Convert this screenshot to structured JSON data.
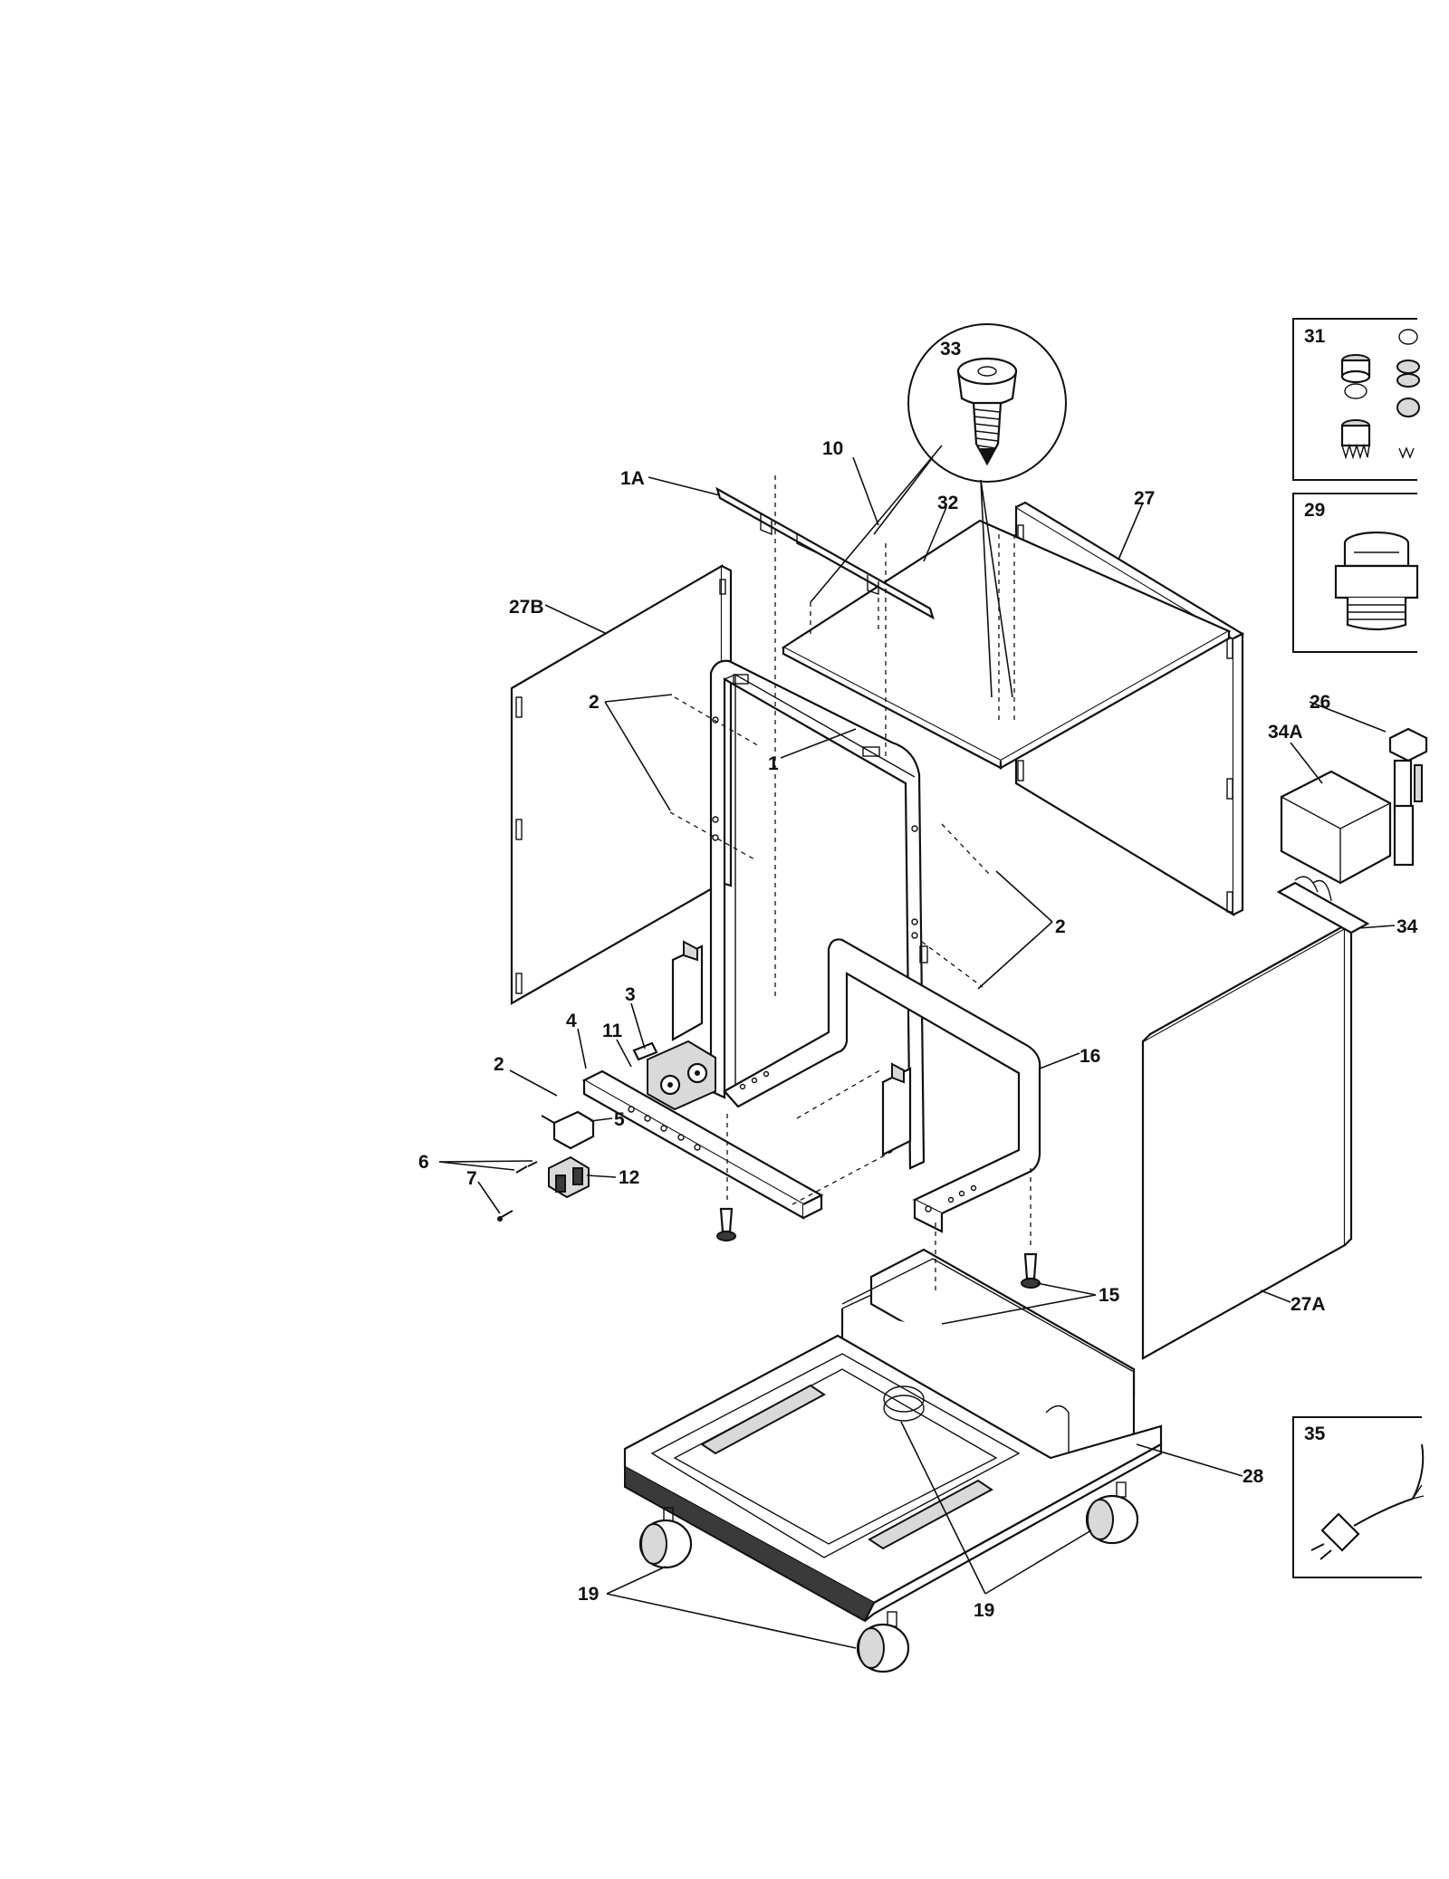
{
  "diagram": {
    "part_labels": {
      "p1": "1",
      "p1A": "1A",
      "p2a": "2",
      "p2b": "2",
      "p2c": "2",
      "p3": "3",
      "p4": "4",
      "p5": "5",
      "p6": "6",
      "p7": "7",
      "p10": "10",
      "p11": "11",
      "p12": "12",
      "p15": "15",
      "p16": "16",
      "p19a": "19",
      "p19b": "19",
      "p26": "26",
      "p27": "27",
      "p27A": "27A",
      "p27B": "27B",
      "p28": "28",
      "p29": "29",
      "p31": "31",
      "p32": "32",
      "p33": "33",
      "p34": "34",
      "p34A": "34A",
      "p35": "35"
    }
  }
}
